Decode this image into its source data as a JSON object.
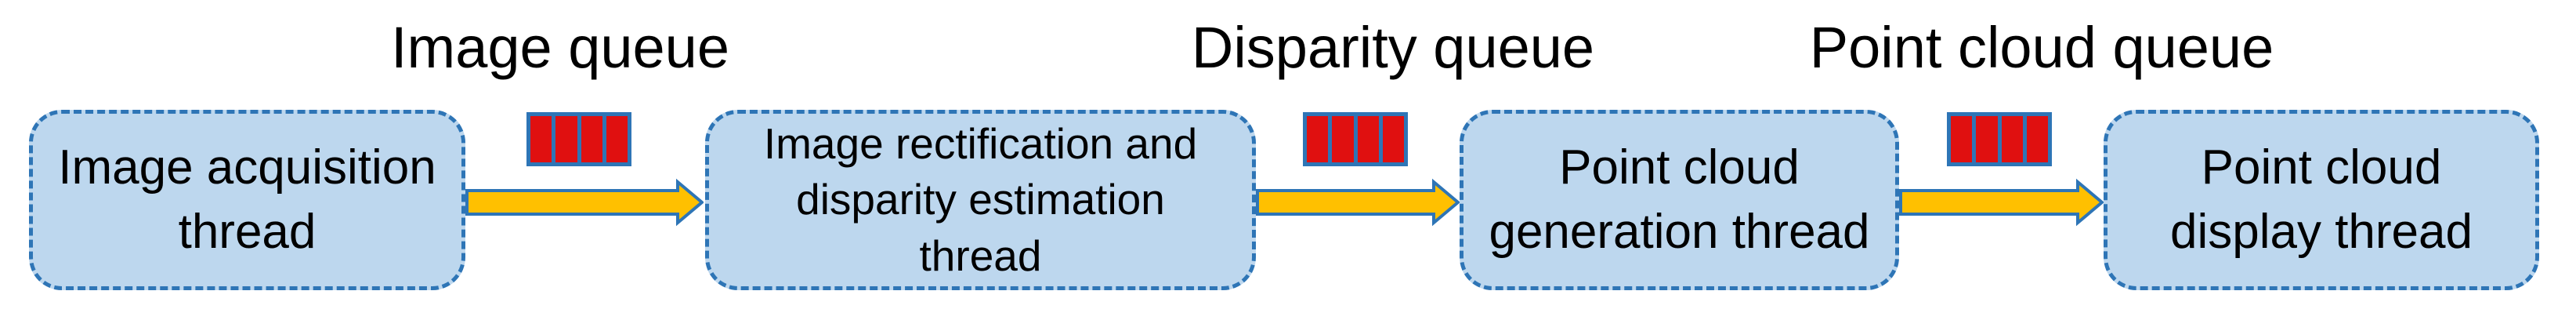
{
  "colors": {
    "background": "#FFFFFF",
    "text": "#000000",
    "box_fill": "#BDD7EE",
    "box_border": "#2E75B6",
    "queue_cell_fill": "#E01010",
    "queue_border": "#2E75B6",
    "arrow_fill": "#FFC000",
    "arrow_border": "#2E75B6"
  },
  "nodes": [
    {
      "label": "Image acquisition\nthread"
    },
    {
      "label": "Image rectification and\ndisparity estimation\nthread"
    },
    {
      "label": "Point cloud\ngeneration thread"
    },
    {
      "label": "Point cloud\ndisplay thread"
    }
  ],
  "queues": [
    {
      "label": "Image queue",
      "cells": 4
    },
    {
      "label": "Disparity queue",
      "cells": 4
    },
    {
      "label": "Point cloud queue",
      "cells": 4
    }
  ],
  "flow": [
    {
      "from": "Image acquisition thread",
      "via": "Image queue",
      "to": "Image rectification and disparity estimation thread"
    },
    {
      "from": "Image rectification and disparity estimation thread",
      "via": "Disparity queue",
      "to": "Point cloud generation thread"
    },
    {
      "from": "Point cloud generation thread",
      "via": "Point cloud queue",
      "to": "Point cloud display thread"
    }
  ]
}
